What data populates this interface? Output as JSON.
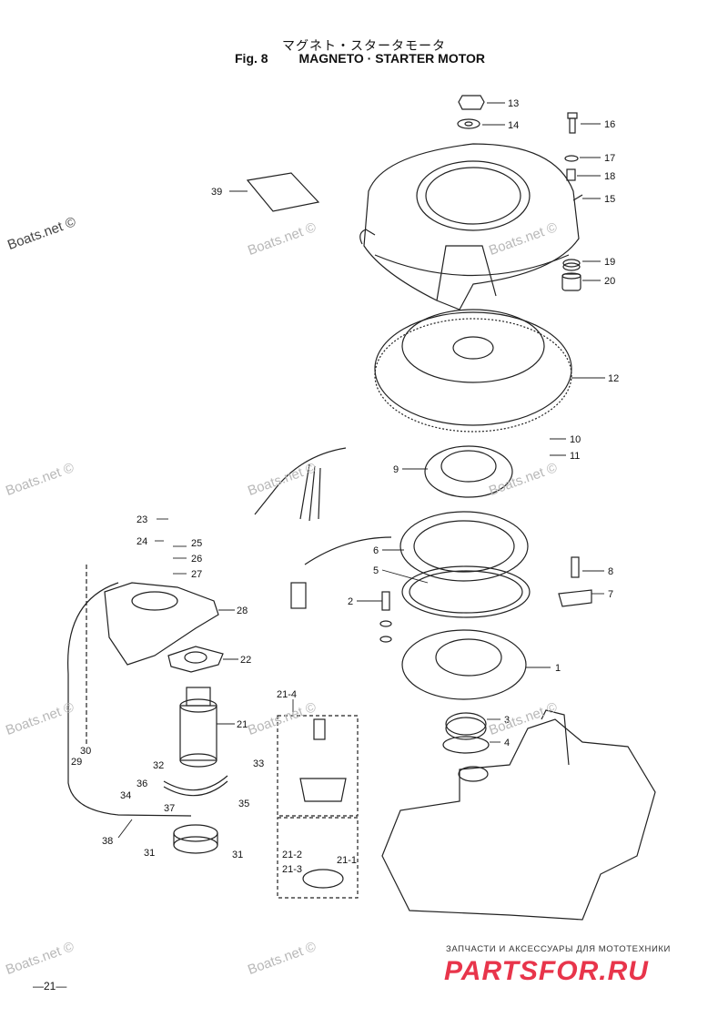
{
  "title": {
    "japanese": "マグネト・スタータモータ",
    "fig": "Fig. 8",
    "english": "MAGNETO · STARTER MOTOR"
  },
  "watermark": "Boats.net ©",
  "callouts": [
    "1",
    "2",
    "3",
    "4",
    "5",
    "6",
    "7",
    "8",
    "9",
    "10",
    "11",
    "12",
    "13",
    "14",
    "15",
    "16",
    "17",
    "18",
    "19",
    "20",
    "21",
    "21-1",
    "21-2",
    "21-3",
    "21-4",
    "22",
    "23",
    "24",
    "25",
    "26",
    "27",
    "28",
    "29",
    "30",
    "31",
    "31",
    "32",
    "33",
    "34",
    "35",
    "36",
    "37",
    "38",
    "39"
  ],
  "brand": {
    "tagline": "ЗАПЧАСТИ И АКСЕССУАРЫ ДЛЯ МОТОТЕХНИКИ",
    "name": "PARTSFOR.RU",
    "color": "#e8354b"
  },
  "page_number": "—21—"
}
